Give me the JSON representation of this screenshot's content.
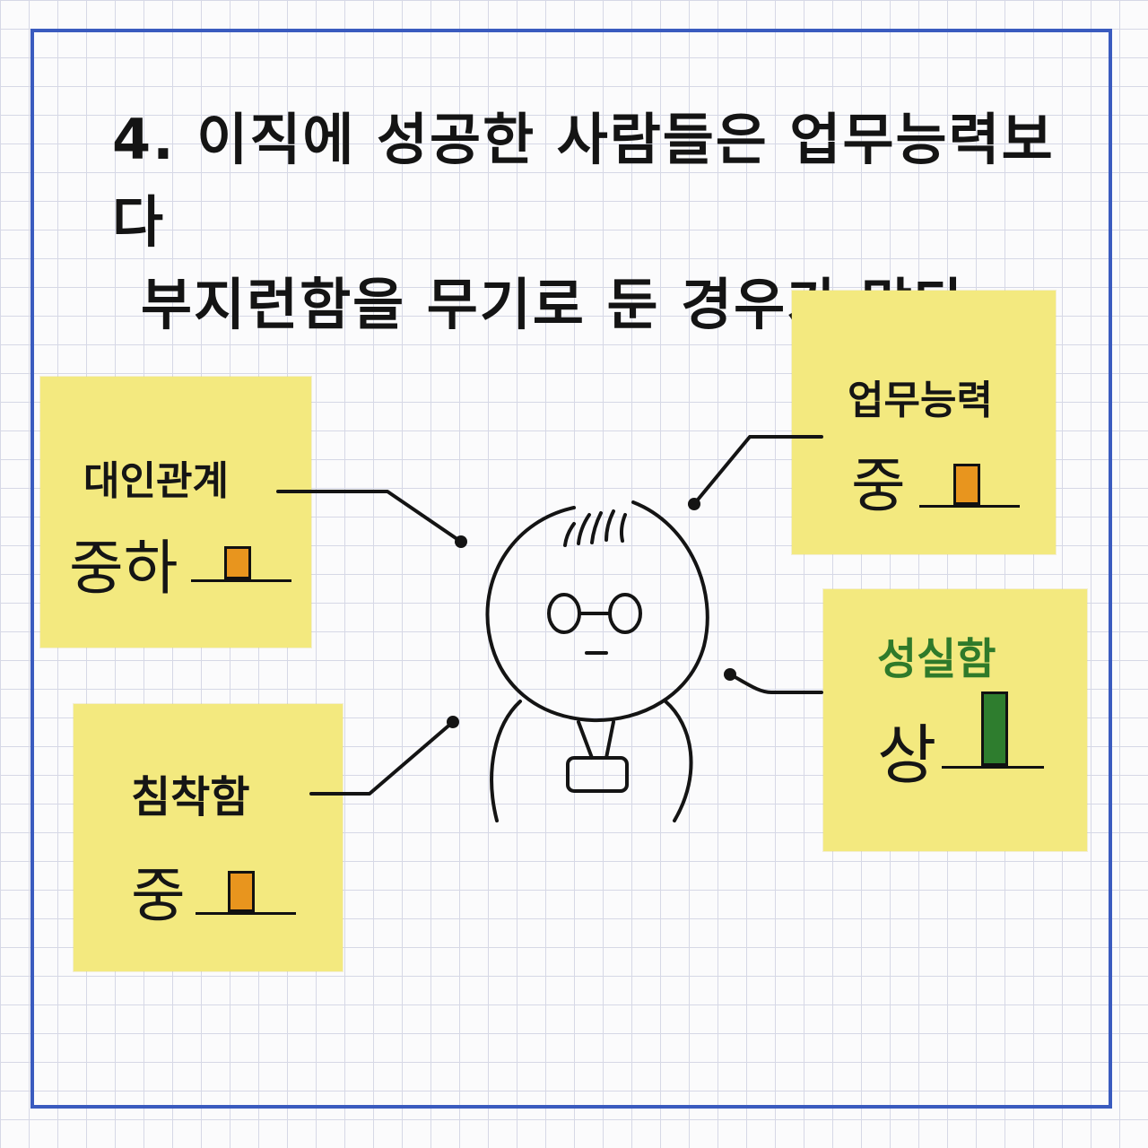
{
  "headline": {
    "line1": "4. 이직에  성공한 사람들은  업무능력보다",
    "line2": "부지런함을 무기로 둔 경우가  많다."
  },
  "notes": [
    {
      "label": "대인관계",
      "level": "중하",
      "value": 0.4,
      "color": "#e8951e"
    },
    {
      "label": "침착함",
      "level": "중",
      "value": 0.5,
      "color": "#e8951e"
    },
    {
      "label": "업무능력",
      "level": "중",
      "value": 0.5,
      "color": "#e8951e"
    },
    {
      "label": "성실함",
      "level": "상",
      "value": 0.9,
      "color": "#2e7d2e",
      "label_color": "#2f7a2a"
    }
  ],
  "colors": {
    "grid": "#d6d8e6",
    "frame": "#3a5bbf",
    "note": "#f3e97f",
    "ink": "#141414"
  }
}
